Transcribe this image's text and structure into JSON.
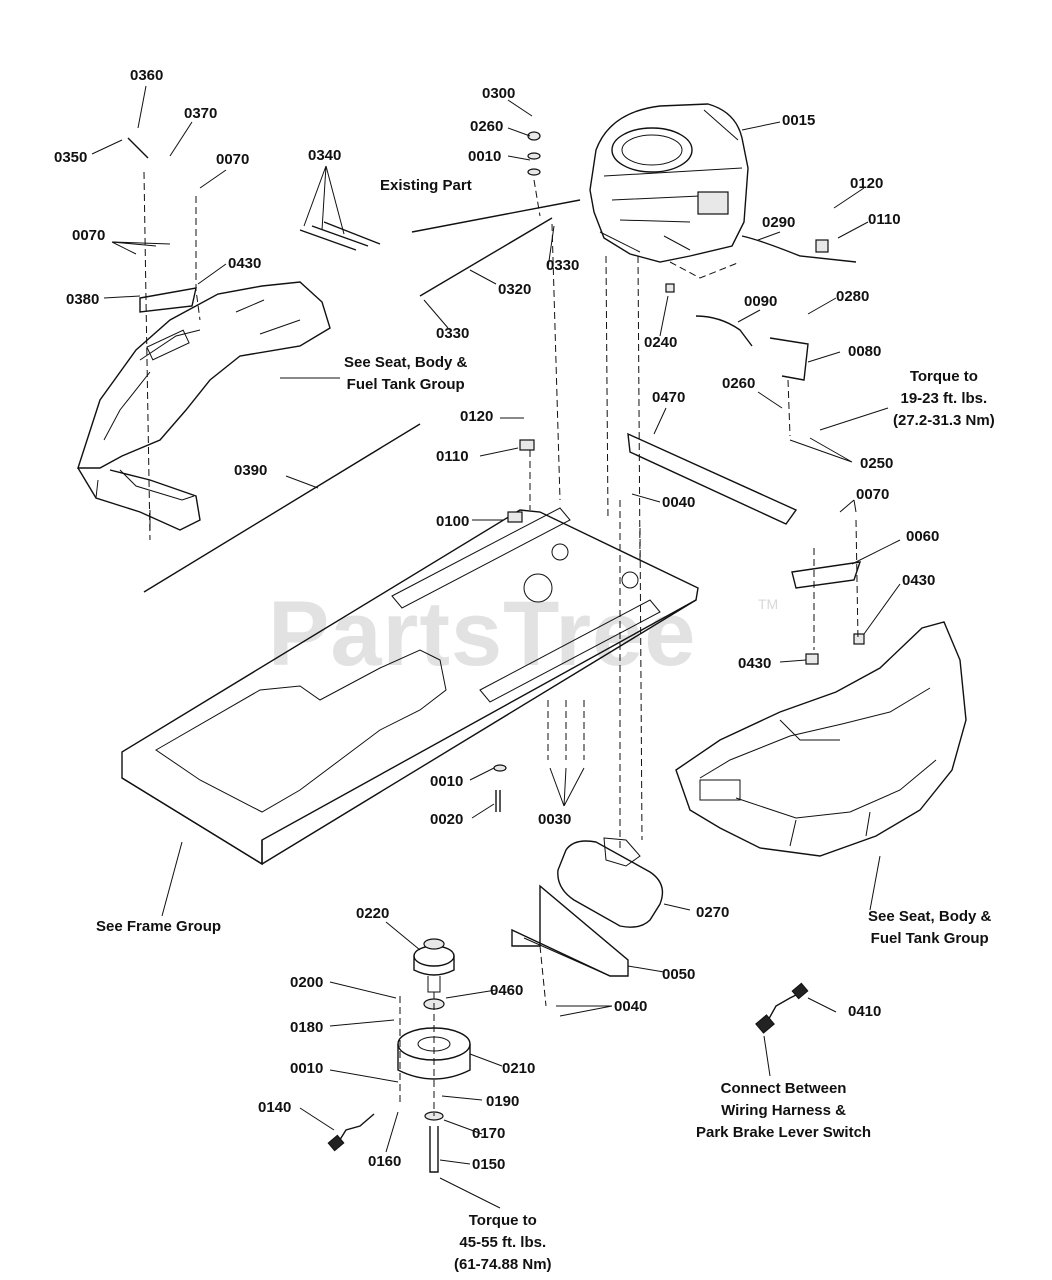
{
  "watermark": {
    "text": "PartsTree",
    "tm": "TM"
  },
  "labels": [
    {
      "id": "0360",
      "text": "0360"
    },
    {
      "id": "0370",
      "text": "0370"
    },
    {
      "id": "0350",
      "text": "0350"
    },
    {
      "id": "0070a",
      "text": "0070"
    },
    {
      "id": "0070b",
      "text": "0070"
    },
    {
      "id": "0430a",
      "text": "0430"
    },
    {
      "id": "0380",
      "text": "0380"
    },
    {
      "id": "0340",
      "text": "0340"
    },
    {
      "id": "0300",
      "text": "0300"
    },
    {
      "id": "0260a",
      "text": "0260"
    },
    {
      "id": "0010a",
      "text": "0010"
    },
    {
      "id": "0015",
      "text": "0015"
    },
    {
      "id": "0120a",
      "text": "0120"
    },
    {
      "id": "0110a",
      "text": "0110"
    },
    {
      "id": "0290",
      "text": "0290"
    },
    {
      "id": "0330a",
      "text": "0330"
    },
    {
      "id": "0320",
      "text": "0320"
    },
    {
      "id": "0330b",
      "text": "0330"
    },
    {
      "id": "0240",
      "text": "0240"
    },
    {
      "id": "0090",
      "text": "0090"
    },
    {
      "id": "0280",
      "text": "0280"
    },
    {
      "id": "0080",
      "text": "0080"
    },
    {
      "id": "0260b",
      "text": "0260"
    },
    {
      "id": "0250",
      "text": "0250"
    },
    {
      "id": "0470",
      "text": "0470"
    },
    {
      "id": "0120b",
      "text": "0120"
    },
    {
      "id": "0110b",
      "text": "0110"
    },
    {
      "id": "0390",
      "text": "0390"
    },
    {
      "id": "0100",
      "text": "0100"
    },
    {
      "id": "0040a",
      "text": "0040"
    },
    {
      "id": "0070c",
      "text": "0070"
    },
    {
      "id": "0060",
      "text": "0060"
    },
    {
      "id": "0430b",
      "text": "0430"
    },
    {
      "id": "0430c",
      "text": "0430"
    },
    {
      "id": "0010b",
      "text": "0010"
    },
    {
      "id": "0020",
      "text": "0020"
    },
    {
      "id": "0030",
      "text": "0030"
    },
    {
      "id": "0270",
      "text": "0270"
    },
    {
      "id": "0220",
      "text": "0220"
    },
    {
      "id": "0050",
      "text": "0050"
    },
    {
      "id": "0200",
      "text": "0200"
    },
    {
      "id": "0460",
      "text": "0460"
    },
    {
      "id": "0040b",
      "text": "0040"
    },
    {
      "id": "0180",
      "text": "0180"
    },
    {
      "id": "0210",
      "text": "0210"
    },
    {
      "id": "0010c",
      "text": "0010"
    },
    {
      "id": "0190",
      "text": "0190"
    },
    {
      "id": "0140",
      "text": "0140"
    },
    {
      "id": "0170",
      "text": "0170"
    },
    {
      "id": "0160",
      "text": "0160"
    },
    {
      "id": "0150",
      "text": "0150"
    },
    {
      "id": "0410",
      "text": "0410"
    }
  ],
  "notes": {
    "existing_part": "Existing Part",
    "seat_body_1": [
      "See Seat, Body &",
      "Fuel Tank Group"
    ],
    "seat_body_2": [
      "See Seat, Body &",
      "Fuel Tank Group"
    ],
    "torque_1": [
      "Torque to",
      "19-23 ft. lbs.",
      "(27.2-31.3 Nm)"
    ],
    "frame_group": "See Frame Group",
    "torque_2": [
      "Torque to",
      "45-55 ft. lbs.",
      "(61-74.88 Nm)"
    ],
    "connect": [
      "Connect Between",
      "Wiring Harness &",
      "Park Brake Lever Switch"
    ]
  }
}
